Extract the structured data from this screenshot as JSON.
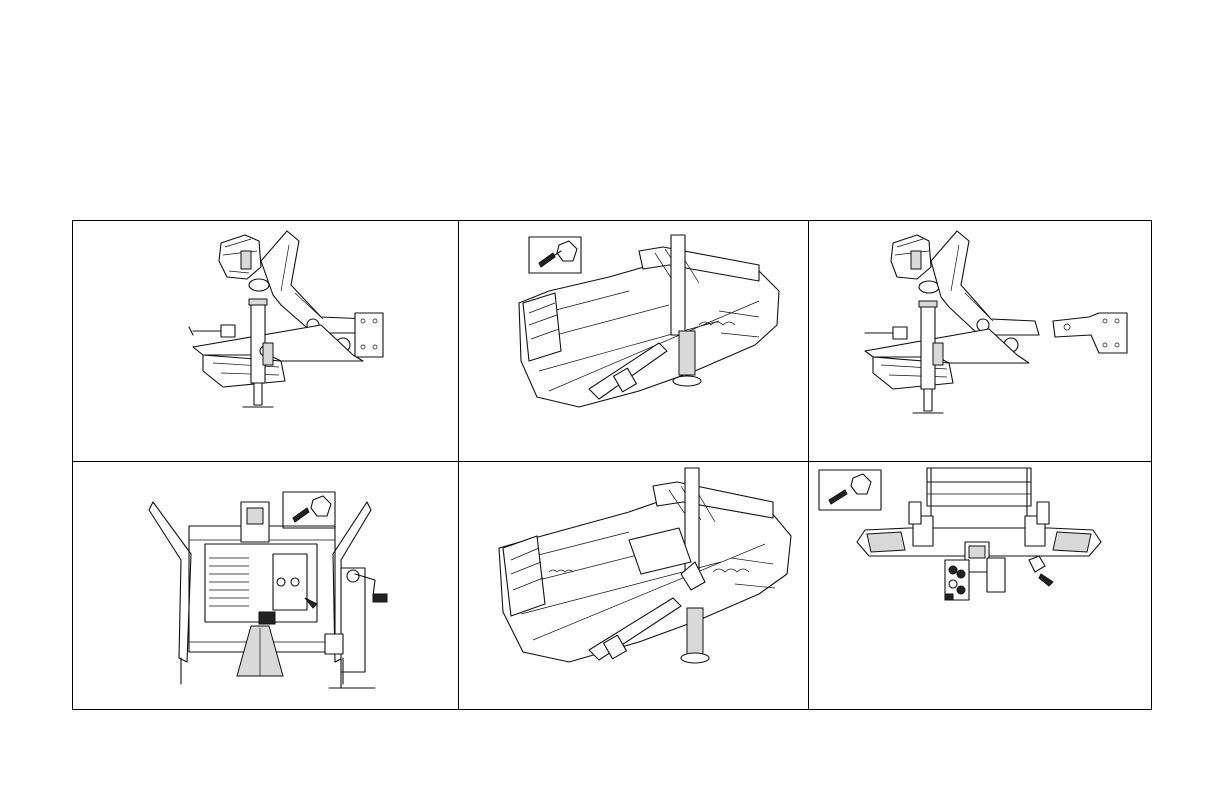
{
  "figure_grid": {
    "rows": 2,
    "columns": 3,
    "cells": [
      {
        "illustration": "jack-stand-side-view"
      },
      {
        "illustration": "frame-with-jack-isometric-with-connector-inset"
      },
      {
        "illustration": "jack-stand-side-view-with-bracket"
      },
      {
        "illustration": "engine-splitter-rear-view-with-connector-inset"
      },
      {
        "illustration": "frame-with-jack-isometric"
      },
      {
        "illustration": "bumper-front-view-with-connector-inset"
      }
    ]
  },
  "colors": {
    "line": "#111111",
    "background": "#ffffff",
    "shade": "#d9d9d9"
  }
}
